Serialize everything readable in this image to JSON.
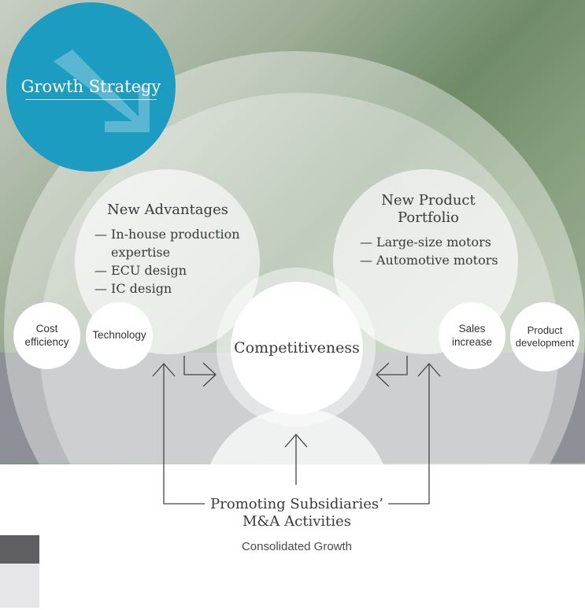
{
  "strategy": {
    "title": "Growth Strategy"
  },
  "advantages": {
    "title": "New Advantages",
    "items": [
      "In-house production expertise",
      "ECU design",
      "IC design"
    ]
  },
  "portfolio": {
    "title": "New Product Portfolio",
    "items": [
      "Large-size motors",
      "Automotive motors"
    ]
  },
  "center": {
    "label": "Competitiveness"
  },
  "subsidiaries": {
    "title": "Promoting Subsidiaries’ M&A Activities",
    "subtitle": "Consolidated Growth"
  },
  "drivers": {
    "cost": "Cost efficiency",
    "technology": "Technology",
    "sales": "Sales increase",
    "product_development": "Product development"
  },
  "colors": {
    "accent": "#1c9cc0",
    "text": "#3a3a3a",
    "line": "#444444"
  },
  "icons": {
    "strategy": "arrow-down-right-icon"
  }
}
